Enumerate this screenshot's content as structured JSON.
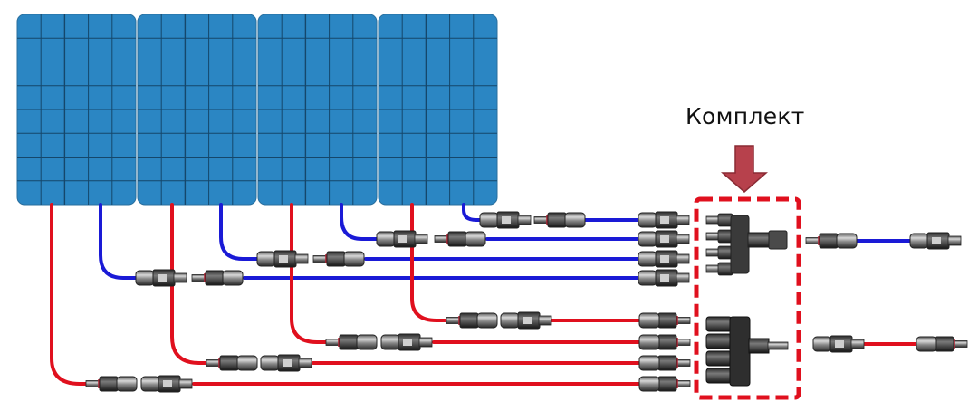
{
  "title_label": "Комплект",
  "colors": {
    "panel_fill": "#2b86c3",
    "panel_grid": "#15476b",
    "positive_wire": "#e0101e",
    "negative_wire": "#1a1ad6",
    "arrow": "#b7414c",
    "combiner_border": "#e0101e",
    "connector_body": "#3a3a3a"
  },
  "panels": [
    {
      "id": "panel-1",
      "columns": 5,
      "rows": 8
    },
    {
      "id": "panel-2",
      "columns": 5,
      "rows": 8
    },
    {
      "id": "panel-3",
      "columns": 5,
      "rows": 8
    },
    {
      "id": "panel-4",
      "columns": 5,
      "rows": 8
    }
  ],
  "combiner_kit": {
    "negative_branch": {
      "inputs": 4,
      "wire": "negative"
    },
    "positive_branch": {
      "inputs": 4,
      "wire": "positive"
    }
  },
  "output_cables": [
    {
      "id": "output-negative",
      "wire": "negative"
    },
    {
      "id": "output-positive",
      "wire": "positive"
    }
  ]
}
